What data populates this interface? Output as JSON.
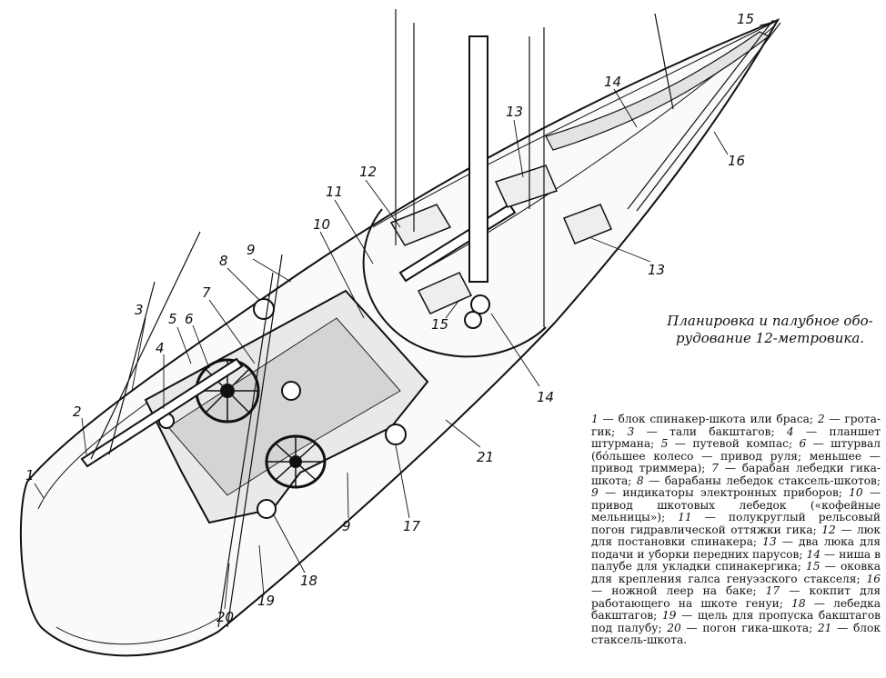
{
  "caption": [
    "Планировка и палубное обо-",
    "рудование 12-метровика."
  ],
  "legend": [
    {
      "n": "1",
      "t": "блок спинакер-шкота или браса;"
    },
    {
      "n": "2",
      "t": "грота-гик;"
    },
    {
      "n": "3",
      "t": "тали бакштагов;"
    },
    {
      "n": "4",
      "t": "планшет штурмана;"
    },
    {
      "n": "5",
      "t": "путевой компас;"
    },
    {
      "n": "6",
      "t": "штурвал (бо́льшее колесо — привод руля; меньшее — привод триммера);"
    },
    {
      "n": "7",
      "t": "барабан лебедки гика-шкота;"
    },
    {
      "n": "8",
      "t": "барабаны лебедок стаксель-шкотов;"
    },
    {
      "n": "9",
      "t": "индикаторы электронных приборов;"
    },
    {
      "n": "10",
      "t": "привод шкотовых лебедок («кофейные мельницы»);"
    },
    {
      "n": "11",
      "t": "полукруглый рельсовый погон гидравлической оттяжки гика;"
    },
    {
      "n": "12",
      "t": "люк для постановки спинакера;"
    },
    {
      "n": "13",
      "t": "два люка для подачи и уборки передних парусов;"
    },
    {
      "n": "14",
      "t": "ниша в палубе для укладки спинакергика;"
    },
    {
      "n": "15",
      "t": "оковка для крепления галса генуэзского стакселя;"
    },
    {
      "n": "16",
      "t": "ножной леер на баке;"
    },
    {
      "n": "17",
      "t": "кокпит для работающего на шкоте генуи;"
    },
    {
      "n": "18",
      "t": "лебедка бакштагов;"
    },
    {
      "n": "19",
      "t": "щель для пропуска бакштагов под палубу;"
    },
    {
      "n": "20",
      "t": "погон гика-шкота;"
    },
    {
      "n": "21",
      "t": "блок стаксель-шкота."
    }
  ],
  "labels": [
    "1",
    "2",
    "3",
    "4",
    "5",
    "6",
    "7",
    "8",
    "9",
    "10",
    "11",
    "12",
    "13",
    "13",
    "14",
    "14",
    "15",
    "15",
    "16",
    "17",
    "18",
    "19",
    "20",
    "21",
    "9"
  ]
}
